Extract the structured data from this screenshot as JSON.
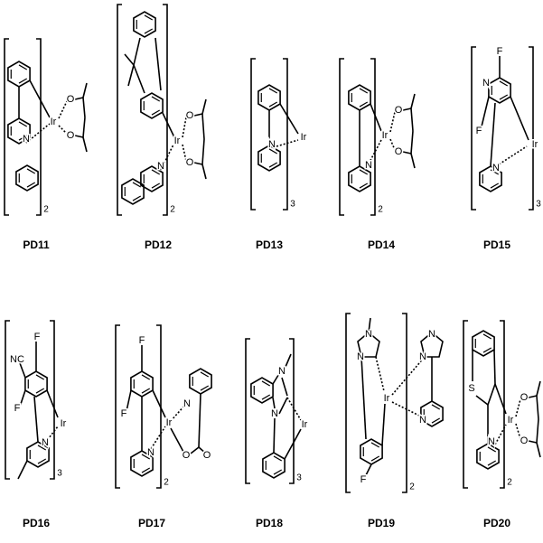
{
  "compounds": [
    {
      "label": "PD11",
      "subscript": "2",
      "metal": "Ir",
      "atoms": [
        "N",
        "O",
        "O"
      ]
    },
    {
      "label": "PD12",
      "subscript": "2",
      "metal": "Ir",
      "atoms": [
        "N",
        "O",
        "O"
      ]
    },
    {
      "label": "PD13",
      "subscript": "3",
      "metal": "Ir",
      "atoms": [
        "N"
      ]
    },
    {
      "label": "PD14",
      "subscript": "2",
      "metal": "Ir",
      "atoms": [
        "N",
        "O",
        "O"
      ]
    },
    {
      "label": "PD15",
      "subscript": "3",
      "metal": "Ir",
      "atoms": [
        "F",
        "N",
        "F",
        "N"
      ]
    },
    {
      "label": "PD16",
      "subscript": "3",
      "metal": "Ir",
      "atoms": [
        "F",
        "NC",
        "F",
        "N"
      ]
    },
    {
      "label": "PD17",
      "subscript": "2",
      "metal": "Ir",
      "atoms": [
        "F",
        "F",
        "N",
        "N",
        "O",
        "O"
      ]
    },
    {
      "label": "PD18",
      "subscript": "3",
      "metal": "Ir",
      "atoms": [
        "N",
        "N"
      ]
    },
    {
      "label": "PD19",
      "subscript": "2",
      "metal": "Ir",
      "atoms": [
        "N",
        "N",
        "F",
        "N",
        "N",
        "N"
      ]
    },
    {
      "label": "PD20",
      "subscript": "2",
      "metal": "Ir",
      "atoms": [
        "S",
        "N",
        "O",
        "O"
      ]
    }
  ]
}
